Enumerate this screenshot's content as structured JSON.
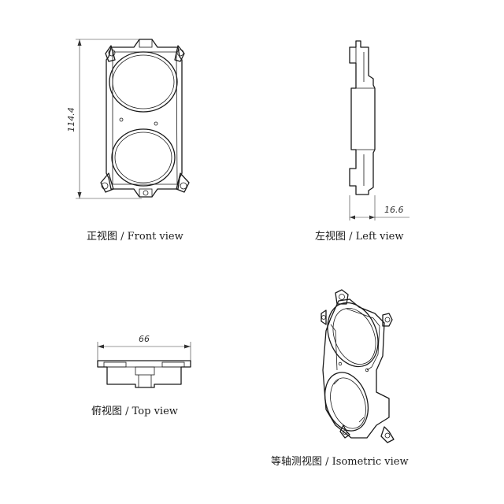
{
  "views": {
    "front": {
      "caption": "正视图 / Front view",
      "dimension": "114.4"
    },
    "left": {
      "caption": "左视图 / Left view",
      "dimension": "16.6"
    },
    "top": {
      "caption": "俯视图 / Top view",
      "dimension": "66"
    },
    "iso": {
      "caption": "等轴测视图 / Isometric view"
    }
  }
}
